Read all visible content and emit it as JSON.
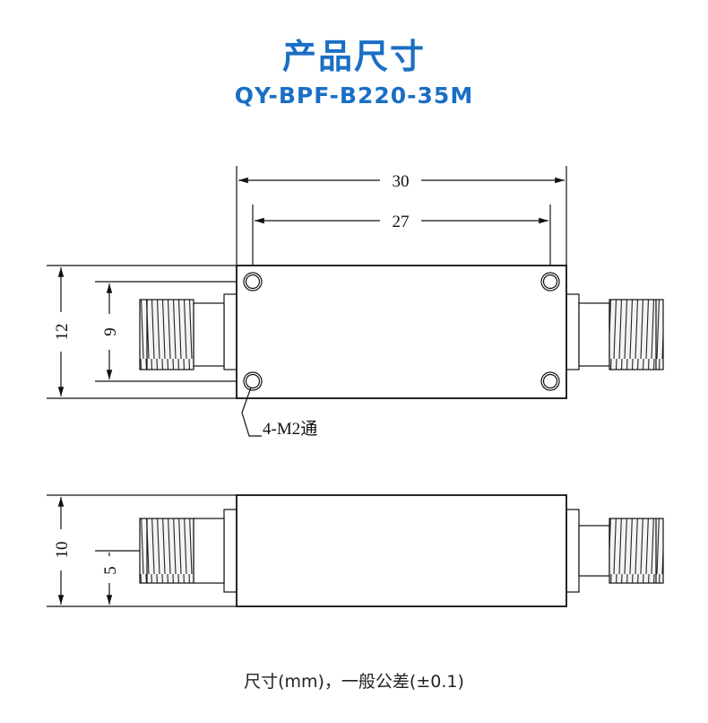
{
  "header": {
    "title": "产品尺寸",
    "model": "QY-BPF-B220-35M"
  },
  "dimensions": {
    "top_view": {
      "overall_length": "30",
      "hole_spacing_length": "27",
      "overall_width": "12",
      "hole_spacing_width": "9",
      "hole_callout": "4-M2通"
    },
    "side_view": {
      "height": "10",
      "connector_center_height": "5"
    }
  },
  "footer": {
    "note": "尺寸(mm)，一般公差(±0.1)"
  },
  "colors": {
    "title": "#1a6fc4",
    "line": "#111111"
  }
}
